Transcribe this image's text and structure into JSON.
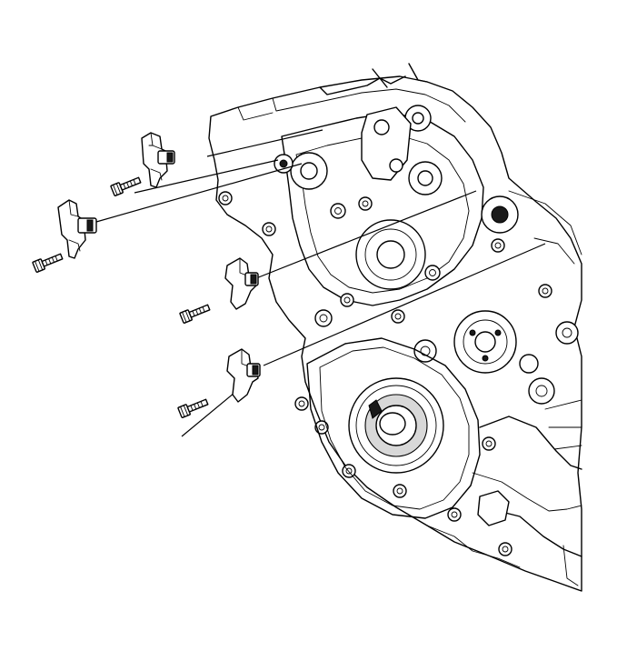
{
  "diagram": {
    "background_color": "#ffffff",
    "line_color": "#000000",
    "components": [
      {
        "id": "engine-front-cover",
        "icon": "engine-front-cover-icon"
      },
      {
        "id": "camshaft-position-sensor-upper",
        "icon": "sensor-icon"
      },
      {
        "id": "camshaft-position-sensor-lower",
        "icon": "sensor-icon"
      },
      {
        "id": "camshaft-position-sensor-middle",
        "icon": "sensor-icon"
      },
      {
        "id": "crankshaft-position-sensor",
        "icon": "sensor-icon"
      },
      {
        "id": "sensor-bolts",
        "icon": "bolt-icon",
        "count": 4
      }
    ]
  }
}
